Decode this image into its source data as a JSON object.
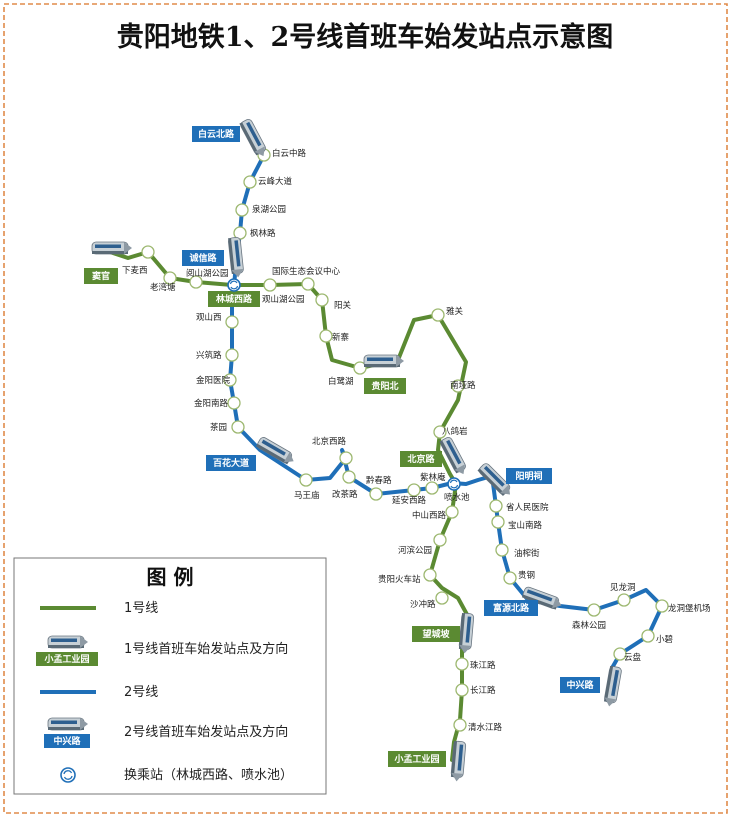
{
  "title": "贵阳地铁1、2号线首班车始发站点示意图",
  "colors": {
    "line1": "#5b8a32",
    "line2": "#1f6fb8",
    "frame": "#e08b4a",
    "station_fill": "#ffffff",
    "station_stroke": "#9db870",
    "train": "#aab4bc"
  },
  "line1": {
    "stations": [
      "窦官",
      "下麦西",
      "老湾塘",
      "阅山湖公园",
      "林城西路",
      "观山湖公园",
      "国际生态会议中心",
      "阳关",
      "新寨",
      "白鹭湖",
      "贵阳北",
      "雅关",
      "南垭路",
      "八鸽岩",
      "北京路",
      "喷水池",
      "中山西路",
      "河滨公园",
      "贵阳火车站",
      "沙冲路",
      "望城坡",
      "珠江路",
      "长江路",
      "清水江路",
      "小孟工业园"
    ]
  },
  "line2": {
    "stations": [
      "白云北路",
      "白云中路",
      "云峰大道",
      "泉湖公园",
      "枫林路",
      "诚信路",
      "林城西路",
      "观山西",
      "兴筑路",
      "金阳医院",
      "金阳南路",
      "茶园",
      "百花大道",
      "马王庙",
      "北京西路",
      "改茶路",
      "黔春路",
      "延安西路",
      "紫林庵",
      "喷水池",
      "阳明祠",
      "省人民医院",
      "宝山南路",
      "油榨街",
      "贵钢",
      "富源北路",
      "森林公园",
      "见龙洞",
      "龙洞堡机场",
      "小碧",
      "云盘",
      "中兴路"
    ]
  },
  "first_train_terminals": {
    "line1": [
      "窦官",
      "贵阳北",
      "北京路",
      "望城坡",
      "小孟工业园"
    ],
    "line2": [
      "白云北路",
      "诚信路",
      "百花大道",
      "阳明祠",
      "富源北路",
      "中兴路"
    ]
  },
  "legend": {
    "title": "图  例",
    "items": [
      {
        "label": "1号线",
        "icon": "green-line"
      },
      {
        "label": "1号线首班车始发站点及方向",
        "icon": "train-icon",
        "badge": "小孟工业园"
      },
      {
        "label": "2号线",
        "icon": "blue-line"
      },
      {
        "label": "2号线首班车始发站点及方向",
        "icon": "train-icon",
        "badge": "中兴路"
      },
      {
        "label": "换乘站（林城西路、喷水池）",
        "icon": "transfer-icon"
      }
    ]
  }
}
